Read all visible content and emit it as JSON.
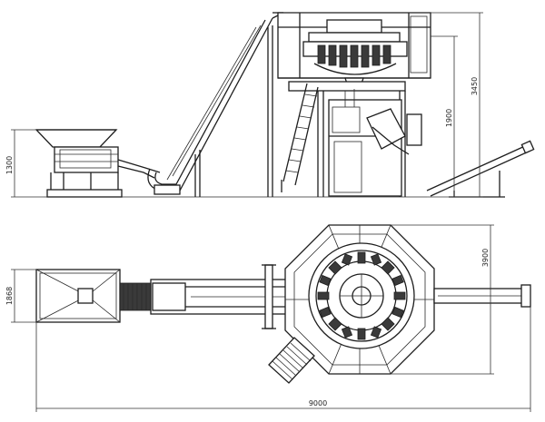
{
  "drawing": {
    "description_free": true,
    "dimensions": {
      "hopper_height": "1300",
      "platform_height": "1900",
      "total_height": "3450",
      "plan_width": "3900",
      "hopper_width": "1868",
      "total_length": "9000"
    }
  }
}
